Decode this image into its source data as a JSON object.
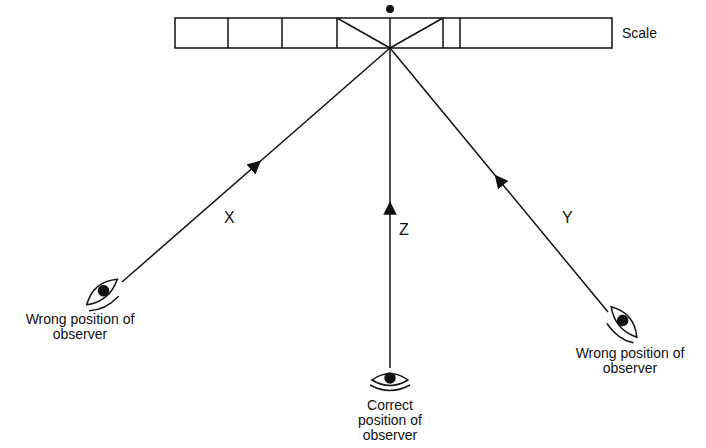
{
  "diagram": {
    "labels": [
      "Scale",
      "X",
      "Z",
      "Y",
      "Wrong position of observer",
      "Correct position of observer",
      "Wrong position of observer"
    ]
  }
}
